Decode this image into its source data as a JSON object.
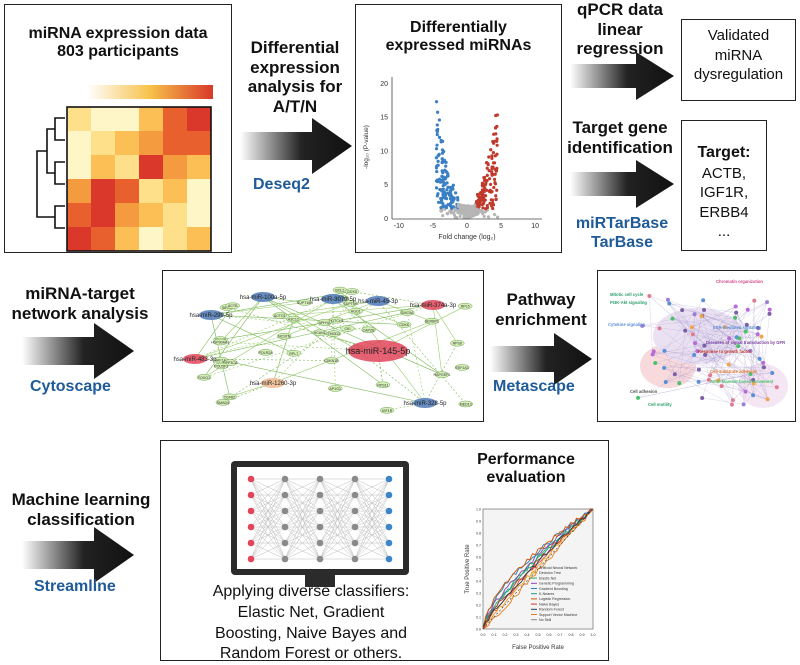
{
  "steps": {
    "heatmap_title_line1": "miRNA expression data",
    "heatmap_title_line2": "803 participants",
    "de_label": [
      "Differential",
      "expression",
      "analysis for",
      "A/T/N"
    ],
    "de_tool": "Deseq2",
    "volcano_title_line1": "Differentially",
    "volcano_title_line2": "expressed miRNAs",
    "volcano_xlabel": "Fold change (log₂)",
    "volcano_ylabel": "-log₁₀ (P-value)",
    "volcano_xticks": [
      "-10",
      "-5",
      "0",
      "5",
      "10"
    ],
    "volcano_yticks": [
      "0",
      "5",
      "10",
      "15",
      "20"
    ],
    "qpcr_label": [
      "qPCR data",
      "linear",
      "regression"
    ],
    "validated_box": [
      "Validated",
      "miRNA",
      "dysregulation"
    ],
    "target_label": [
      "Target gene",
      "identification"
    ],
    "target_tools": [
      "miRTarBase",
      "TarBase"
    ],
    "target_box_title": "Target:",
    "target_box_items": [
      "ACTB,",
      "IGF1R,",
      "ERBB4",
      "..."
    ],
    "network_label": [
      "miRNA-target",
      "network analysis"
    ],
    "network_tool": "Cytoscape",
    "pathway_label": [
      "Pathway",
      "enrichment"
    ],
    "pathway_tool": "Metascape",
    "ml_label": [
      "Machine learning",
      "classification"
    ],
    "ml_tool": "Streamline",
    "classifier_text": [
      "Applying diverse classifiers:",
      "Elastic Net, Gradient",
      "Boosting, Naive Bayes and",
      "Random Forest or others."
    ],
    "perf_title": [
      "Performance",
      "evaluation"
    ]
  },
  "network": {
    "hub_nodes": [
      "hsa-miR-145-5p",
      "hsa-miR-1260-3p",
      "hsa-miR-3079-5p",
      "hsa-miR-100a-5p",
      "hsa-miR-299-5p",
      "hsa-miR-45-3p",
      "hsa-miR-374a-3p",
      "hsa-miR-483-3p",
      "hsa-miR-328-5p"
    ],
    "gene_nodes": [
      "SIRT2",
      "TRA2B",
      "RAPGEF1",
      "SMC5A",
      "EEF1A1",
      "HCAN1",
      "SUPT16H",
      "POLR2A",
      "SUPT5H",
      "H3C12",
      "NCSTN",
      "CKI",
      "MED13",
      "CDKN1B",
      "CDK6",
      "TGFBR2",
      "HSP90AA1",
      "TMOD3",
      "NOTCH1",
      "APHYA",
      "TGFB2",
      "HIF1A",
      "RPS6",
      "RPL5",
      "RPS11",
      "SERBP1",
      "RPL7",
      "AGO1",
      "TNRC6A",
      "CAPZB",
      "ACTB",
      "ACTG1",
      "SMAD4",
      "IGF1R",
      "BCL2",
      "PPP3CA",
      "DDX5",
      "AP1G1",
      "FOXO1",
      "POU5F1"
    ]
  },
  "pathway": {
    "labels": [
      "Chromatin organization",
      "Mitotic cell cycle",
      "PI3K-Akt signaling",
      "Cytokine signaling",
      "ESR-mediated signaling",
      "Diseases of signal transduction by GFR",
      "Response to growth factor",
      "Cell-substrate adhesion",
      "Actin filament-based movement",
      "Cell adhesion",
      "Cell motility"
    ]
  },
  "roc": {
    "xlabel": "False Positive Rate",
    "ylabel": "True Positive Rate",
    "ticks": [
      "0.0",
      "0.1",
      "0.2",
      "0.3",
      "0.4",
      "0.5",
      "0.6",
      "0.7",
      "0.8",
      "0.9",
      "1.0"
    ],
    "legend": [
      "Artificial Neural Network",
      "Decision Tree",
      "Elastic Net",
      "Genetic Programming",
      "Gradient Boosting",
      "K-Neares",
      "Logistic Regression",
      "Naive Bayes",
      "Random Forest",
      "Support Vector Machine",
      "No Skill"
    ],
    "colors": [
      "#e74c3c",
      "#f39c12",
      "#27ae60",
      "#8e44ad",
      "#2980b9",
      "#16a085",
      "#d35400",
      "#c0392b",
      "#2c3e50",
      "#e67e22",
      "#7f8c8d"
    ]
  },
  "colors": {
    "accent_blue": "#1f5a99",
    "up_red": "#c0392b",
    "down_blue": "#3a7fc4",
    "ns_grey": "#b5b5b5"
  }
}
